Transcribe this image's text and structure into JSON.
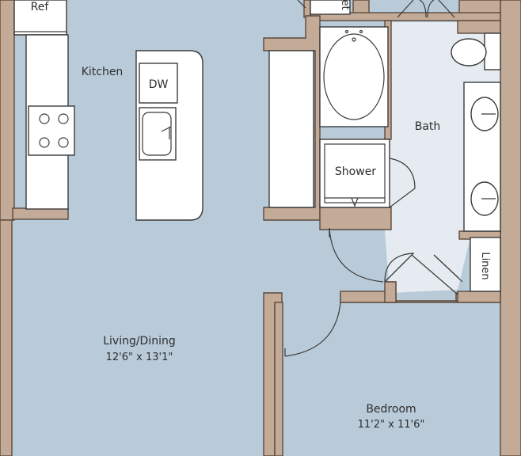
{
  "rooms": {
    "ref": "Ref",
    "closet_fragment": "et",
    "kitchen": "Kitchen",
    "dishwasher": "DW",
    "bath": "Bath",
    "shower": "Shower",
    "linen": "Linen",
    "living_name": "Living/Dining",
    "living_size": "12'6\" x 13'1\"",
    "bedroom_name": "Bedroom",
    "bedroom_size": "11'2\" x 11'6\""
  },
  "colors": {
    "floor": "#b9cbd9",
    "bath_floor": "#e5ebf0",
    "wall": "#c3ab97",
    "fixture": "#ffffff",
    "line": "#3b3b3b"
  }
}
